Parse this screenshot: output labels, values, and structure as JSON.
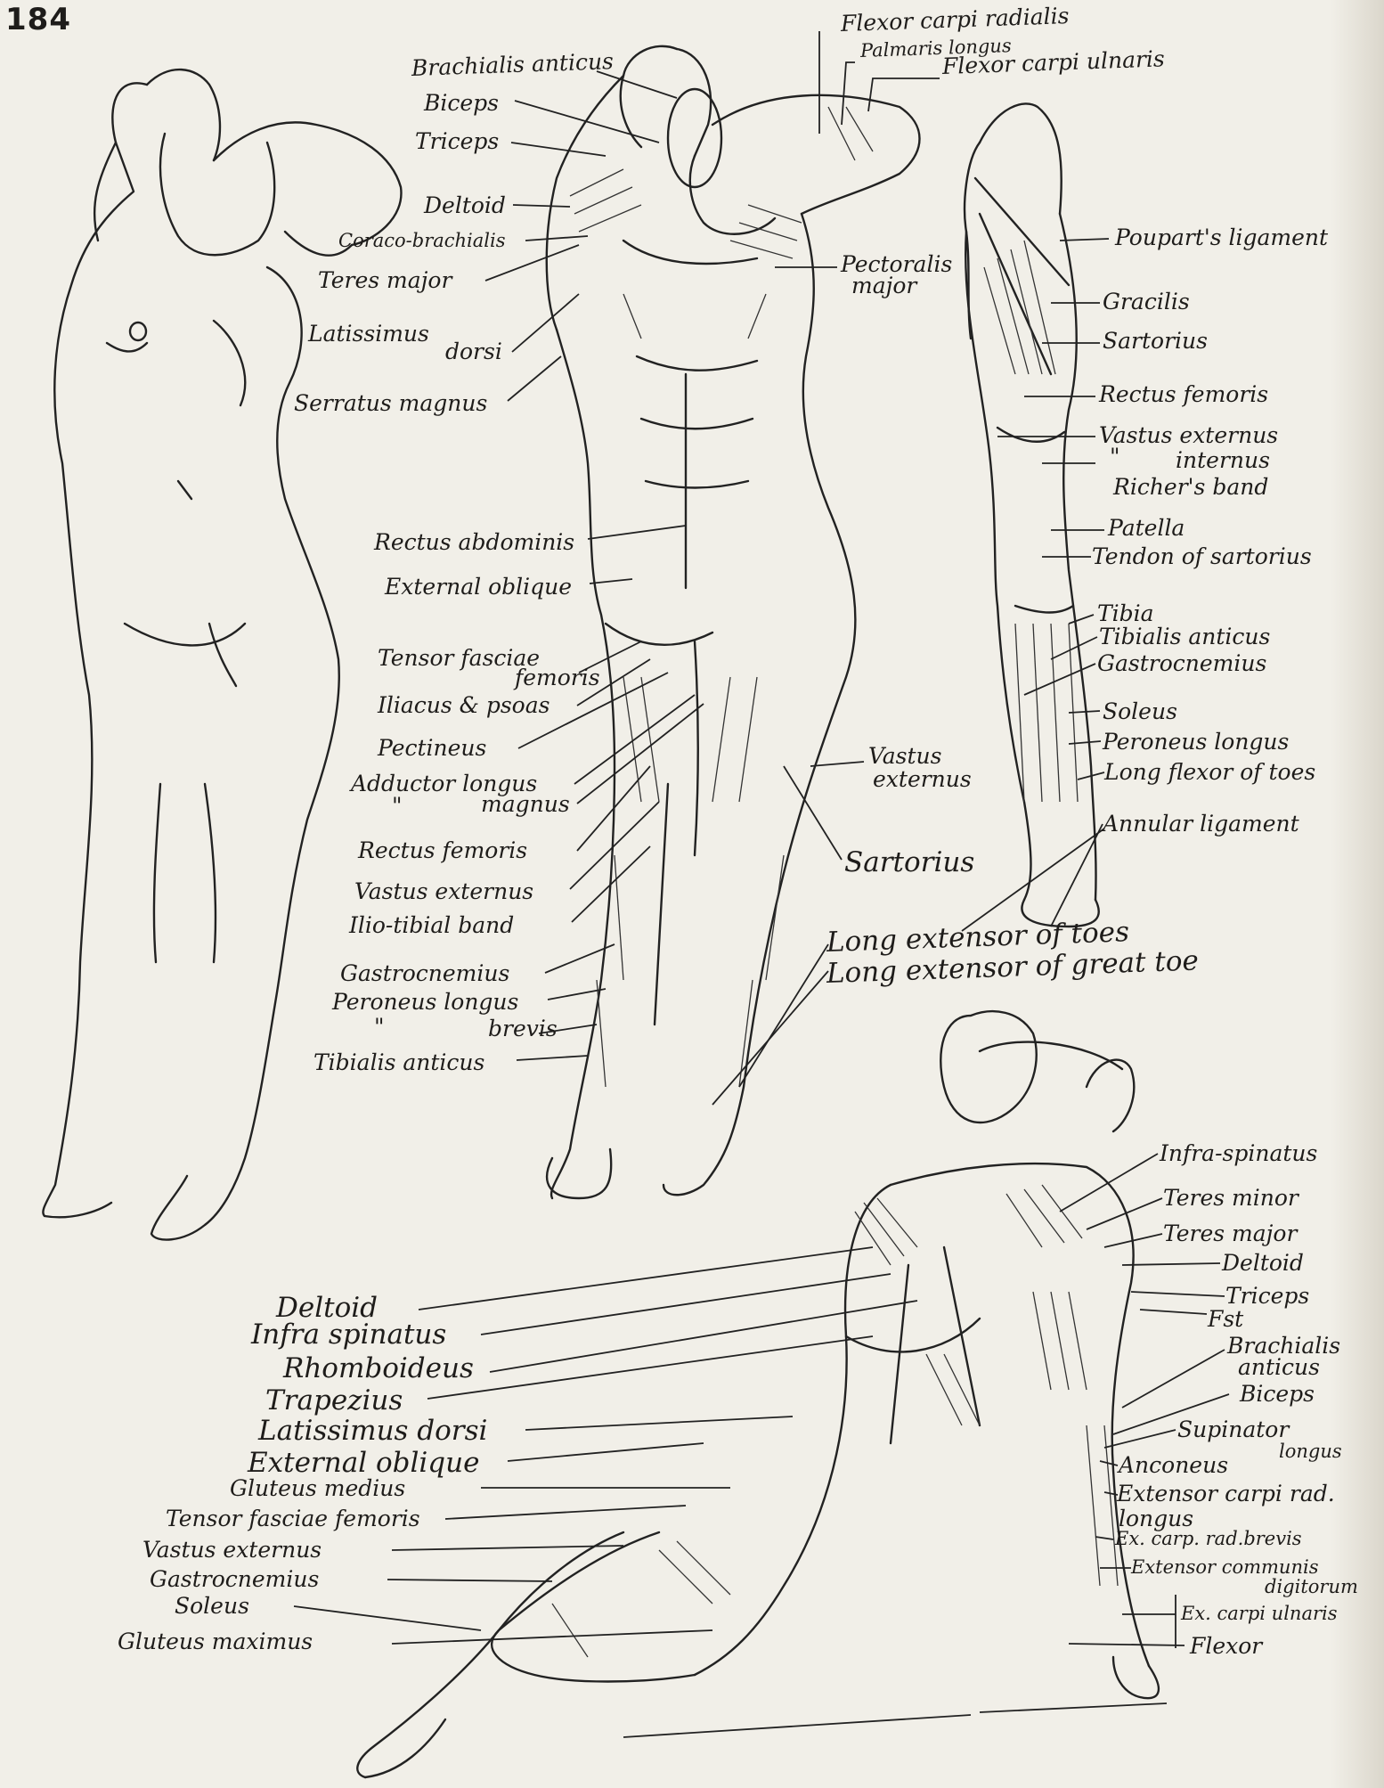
{
  "page_number": "184",
  "labels": {
    "front_left": {
      "brachialis_anticus": "Brachialis anticus",
      "biceps": "Biceps",
      "triceps": "Triceps",
      "deltoid": "Deltoid",
      "coraco_brachialis": "Coraco-brachialis",
      "teres_major": "Teres major",
      "latissimus_1": "Latissimus",
      "latissimus_2": "dorsi",
      "serratus_magnus": "Serratus magnus",
      "rectus_abdominis": "Rectus abdominis",
      "external_oblique": "External oblique",
      "tensor_1": "Tensor fasciae",
      "tensor_2": "femoris",
      "iliacus_psoas": "Iliacus & psoas",
      "pectineus": "Pectineus",
      "adductor_longus": "Adductor longus",
      "adductor_magnus_ditto": "\"",
      "adductor_magnus": "magnus",
      "rectus_femoris": "Rectus femoris",
      "vastus_externus": "Vastus externus",
      "ilio_tibial_band": "Ilio-tibial band",
      "gastrocnemius": "Gastrocnemius",
      "peroneus_longus": "Peroneus longus",
      "brevis_ditto": "\"",
      "brevis": "brevis",
      "tibialis_anticus": "Tibialis anticus"
    },
    "front_right": {
      "flexor_carpi_radialis": "Flexor carpi radialis",
      "palmaris_longus": "Palmaris longus",
      "flexor_carpi_ulnaris": "Flexor carpi ulnaris",
      "pectoralis_1": "Pectoralis",
      "pectoralis_2": "major",
      "vastus_1": "Vastus",
      "vastus_2": "externus",
      "sartorius": "Sartorius",
      "long_extensor_toes": "Long extensor of toes",
      "long_extensor_great_toe": "Long extensor of great toe"
    },
    "leg": {
      "pouparts_ligament": "Poupart's ligament",
      "gracilis": "Gracilis",
      "sartorius": "Sartorius",
      "rectus_femoris": "Rectus femoris",
      "vastus_externus": "Vastus externus",
      "internus_ditto": "\"",
      "internus": "internus",
      "richers_band": "Richer's band",
      "patella": "Patella",
      "tendon_sartorius": "Tendon of sartorius",
      "tibia": "Tibia",
      "tibialis_anticus": "Tibialis anticus",
      "gastrocnemius": "Gastrocnemius",
      "soleus": "Soleus",
      "peroneus_longus": "Peroneus longus",
      "long_flexor_toes": "Long flexor of toes",
      "annular_ligament": "Annular ligament"
    },
    "back_right": {
      "infra_spinatus": "Infra-spinatus",
      "teres_minor": "Teres minor",
      "teres_major": "Teres major",
      "deltoid": "Deltoid",
      "triceps": "Triceps",
      "fst": "Fst",
      "brachialis_1": "Brachialis",
      "brachialis_2": "anticus",
      "biceps": "Biceps",
      "supinator_1": "Supinator",
      "supinator_2": "longus",
      "anconeus": "Anconeus",
      "ext_carpi_rad_longus_1": "Extensor carpi rad.",
      "ext_carpi_rad_longus_2": "longus",
      "ext_carp_rad_brevis": "Ex. carp. rad.brevis",
      "ext_communis_1": "Extensor communis",
      "ext_communis_2": "digitorum",
      "ex_carpi_ulnaris": "Ex. carpi ulnaris",
      "flexor": "Flexor"
    },
    "back_left": {
      "deltoid": "Deltoid",
      "infra_spinatus": "Infra spinatus",
      "rhomboideus": "Rhomboideus",
      "trapezius": "Trapezius",
      "latissimus_dorsi": "Latissimus dorsi",
      "external_oblique": "External oblique",
      "gluteus_medius": "Gluteus medius",
      "tensor_fasciae_femoris": "Tensor fasciae femoris",
      "vastus_externus": "Vastus externus",
      "gastrocnemius": "Gastrocnemius",
      "soleus": "Soleus",
      "gluteus_maximus": "Gluteus maximus"
    }
  }
}
